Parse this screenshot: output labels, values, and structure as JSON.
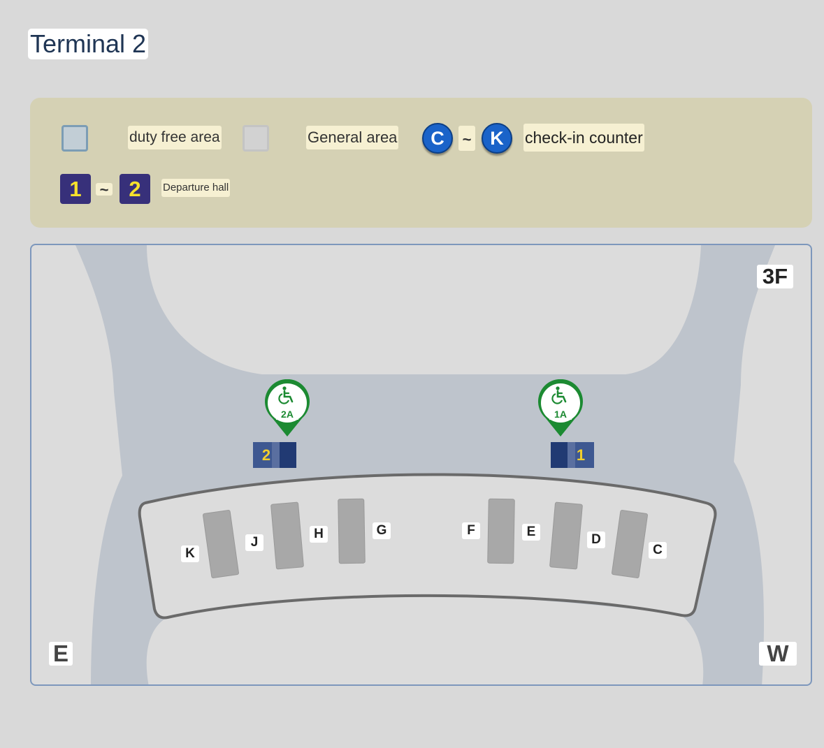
{
  "title": "Terminal 2",
  "legend": {
    "duty_free_label": "duty free area",
    "general_label": "General area",
    "checkin_from": "C",
    "checkin_to": "K",
    "checkin_label": "check-in counter",
    "hall_from": "1",
    "hall_to": "2",
    "hall_label": "Departure hall",
    "tilde": "~"
  },
  "map": {
    "floor": "3F",
    "east": "E",
    "west": "W",
    "counters": [
      "K",
      "J",
      "H",
      "G",
      "F",
      "E",
      "D",
      "C"
    ],
    "gates": [
      {
        "number": "2",
        "accessible_entrance": "2A"
      },
      {
        "number": "1",
        "accessible_entrance": "1A"
      }
    ]
  },
  "colors": {
    "duty_free": "#c2ced6",
    "general": "#d2d2d2",
    "checkin_badge": "#1a63c9",
    "hall_badge": "#37307a",
    "accessible_pin": "#1c8a32"
  },
  "icons": {
    "accessible": "wheelchair-icon",
    "pin": "map-pin-icon"
  }
}
